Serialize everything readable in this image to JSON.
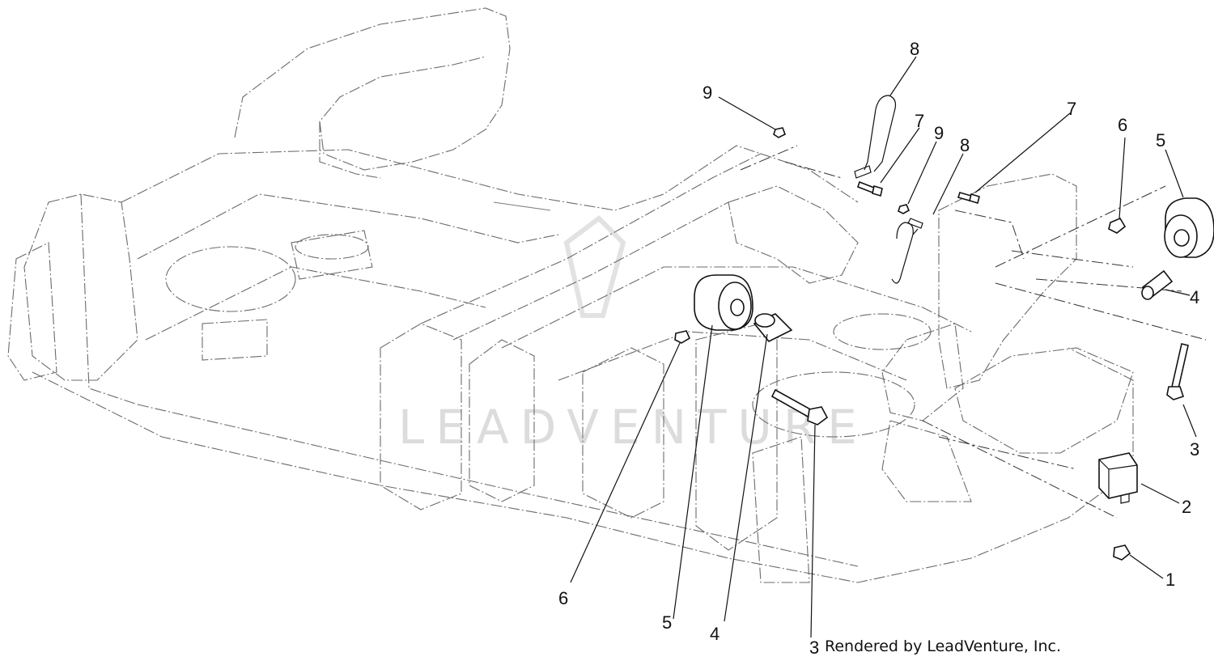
{
  "diagram": {
    "watermark": "LEADVENTURE",
    "credit": "Rendered by LeadVenture, Inc.",
    "callouts": [
      {
        "id": "c1",
        "label": "1"
      },
      {
        "id": "c2",
        "label": "2"
      },
      {
        "id": "c3a",
        "label": "3"
      },
      {
        "id": "c3b",
        "label": "3"
      },
      {
        "id": "c4a",
        "label": "4"
      },
      {
        "id": "c4b",
        "label": "4"
      },
      {
        "id": "c5a",
        "label": "5"
      },
      {
        "id": "c5b",
        "label": "5"
      },
      {
        "id": "c6a",
        "label": "6"
      },
      {
        "id": "c6b",
        "label": "6"
      },
      {
        "id": "c7a",
        "label": "7"
      },
      {
        "id": "c7b",
        "label": "7"
      },
      {
        "id": "c8a",
        "label": "8"
      },
      {
        "id": "c8b",
        "label": "8"
      },
      {
        "id": "c9a",
        "label": "9"
      },
      {
        "id": "c9b",
        "label": "9"
      }
    ]
  }
}
